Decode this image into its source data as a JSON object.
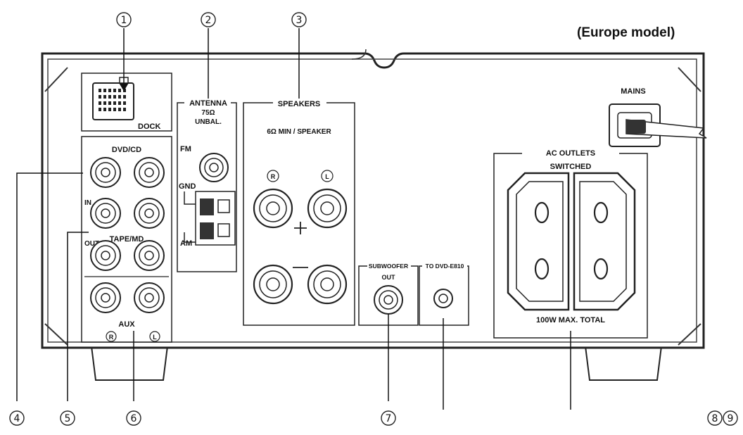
{
  "header": {
    "model_note": "(Europe model)"
  },
  "callouts": [
    "1",
    "2",
    "3",
    "4",
    "5",
    "6",
    "7",
    "8",
    "9"
  ],
  "panel": {
    "dock": "DOCK",
    "antenna": {
      "title": "ANTENNA",
      "impedance": "75Ω",
      "type": "UNBAL.",
      "fm": "FM",
      "gnd": "GND",
      "am": "AM"
    },
    "speakers": {
      "title": "SPEAKERS",
      "spec": "6Ω MIN / SPEAKER",
      "right": "R",
      "left": "L"
    },
    "inputs": {
      "dvd_cd": "DVD/CD",
      "in": "IN",
      "tape_md": "TAPE/MD",
      "out": "OUT",
      "aux": "AUX",
      "right": "R",
      "left": "L"
    },
    "subwoofer": {
      "title": "SUBWOOFER",
      "sub": "OUT"
    },
    "dvd_link": "TO DVD-E810",
    "mains": "MAINS",
    "ac_outlets": {
      "title": "AC OUTLETS",
      "sub": "SWITCHED",
      "rating": "100W MAX. TOTAL"
    }
  }
}
